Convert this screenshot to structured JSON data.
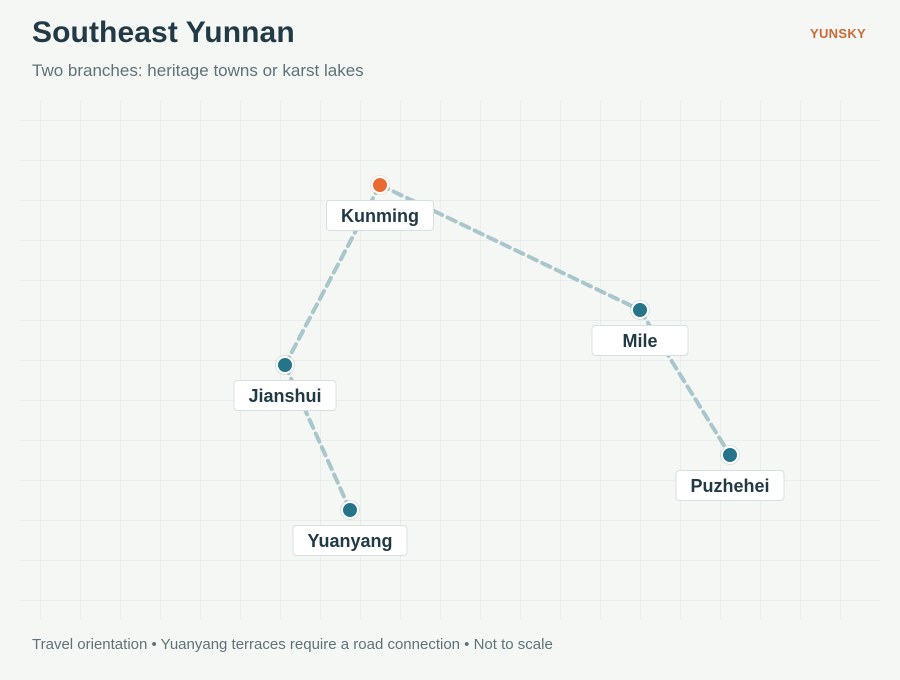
{
  "header": {
    "title": "Southeast Yunnan",
    "subtitle": "Two branches: heritage towns or karst lakes",
    "brand": "YUNSKY"
  },
  "places": {
    "kunming": "Kunming",
    "jianshui": "Jianshui",
    "yuanyang": "Yuanyang",
    "mile": "Mile",
    "puzhehei": "Puzhehei"
  },
  "colors": {
    "origin": "#e86a30",
    "stop": "#267489",
    "route": "#a8c6cb",
    "brand": "#c96a36"
  },
  "footer": "Travel orientation • Yuanyang terraces require a road connection • Not to scale"
}
